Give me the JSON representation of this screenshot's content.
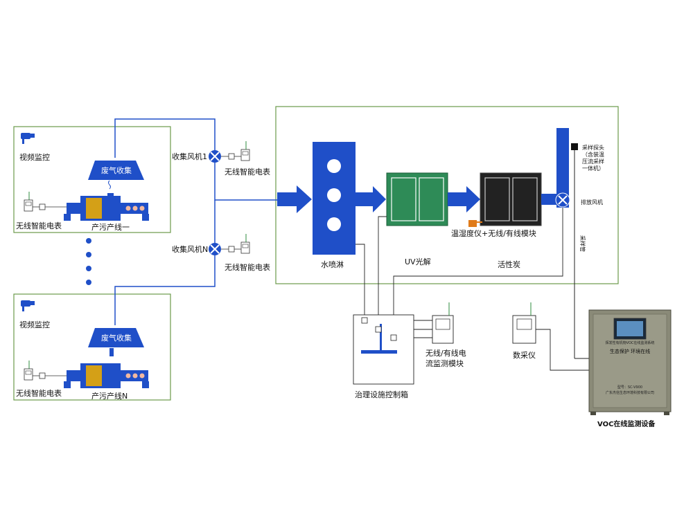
{
  "colors": {
    "blue": "#1f4fc8",
    "green_border": "#6a9a4a",
    "uv_green": "#2e8b57",
    "carbon": "#222222",
    "gold": "#d4a017",
    "cabinet": "#8a8a78"
  },
  "line_top": {
    "camera_label": "视频监控",
    "hood_label": "废气收集",
    "meter_label": "无线智能电表",
    "machine_label": "产污产线一"
  },
  "line_bottom": {
    "camera_label": "视频监控",
    "hood_label": "废气收集",
    "meter_label": "无线智能电表",
    "machine_label": "产污产线N"
  },
  "fan1": {
    "label": "收集风机1",
    "meter_label": "无线智能电表"
  },
  "fanN": {
    "label": "收集风机N",
    "meter_label": "无线智能电表"
  },
  "process": {
    "spray_label": "水喷淋",
    "uv_label": "UV光解",
    "carbon_label": "活性炭",
    "humidity_label": "温湿度仪+无线/有线模块",
    "probe_label_lines": [
      "采样探头",
      "（含装温",
      "压流采样",
      "一体机）"
    ],
    "exhaust_fan_label": "排放风机",
    "sampling_pipe_label": "采样管"
  },
  "control_box": {
    "label": "治理设施控制箱"
  },
  "current_module": {
    "label_lines": [
      "无线/有线电",
      "流监测模块"
    ]
  },
  "dau": {
    "label": "数采仪"
  },
  "voc_device": {
    "panel_title": "挥发性有机物VOC在线监测系统",
    "slogan": "生态保护    环境在线",
    "model": "型号：SC-V900",
    "maker": "广东杰信生态环境科技有限公司",
    "label": "VOC在线监测设备"
  }
}
